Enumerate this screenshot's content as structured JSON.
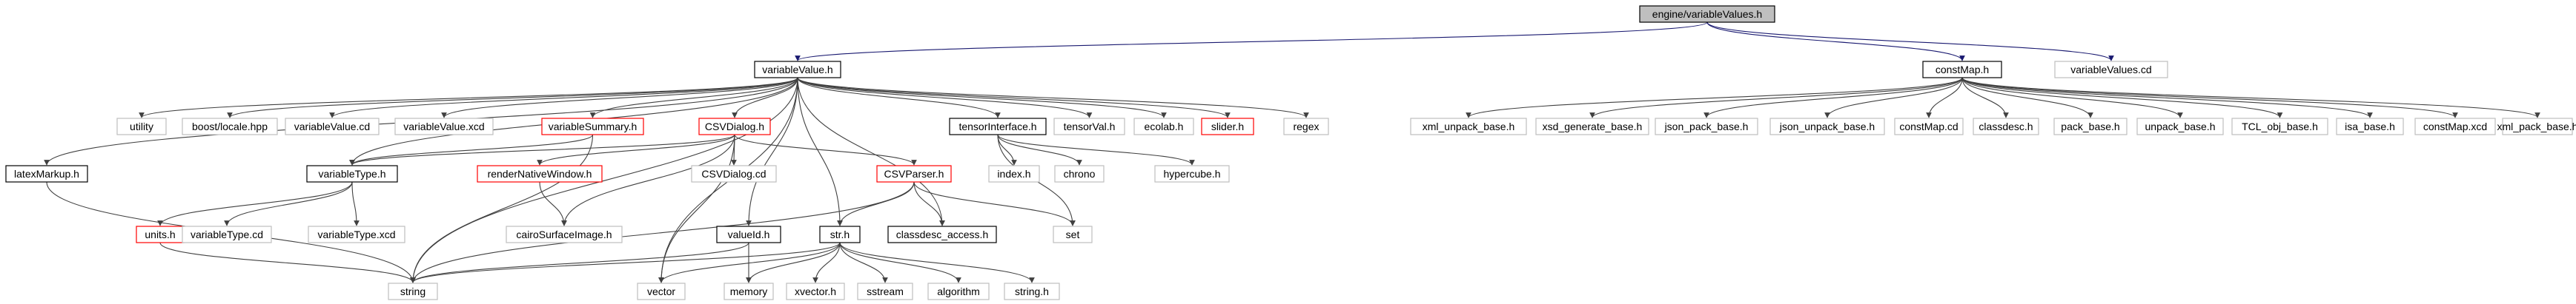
{
  "graph": {
    "nodes": [
      {
        "id": "root",
        "label": "engine/variableValues.h",
        "style": "root"
      },
      {
        "id": "variableValue_h",
        "label": "variableValue.h",
        "style": "dark"
      },
      {
        "id": "variableValues_cd",
        "label": "variableValues.cd",
        "style": "plain"
      },
      {
        "id": "constMap_h",
        "label": "constMap.h",
        "style": "dark"
      },
      {
        "id": "utility",
        "label": "utility",
        "style": "plain"
      },
      {
        "id": "boost_locale",
        "label": "boost/locale.hpp",
        "style": "plain"
      },
      {
        "id": "variableValue_cd",
        "label": "variableValue.cd",
        "style": "plain"
      },
      {
        "id": "variableValue_xcd",
        "label": "variableValue.xcd",
        "style": "plain"
      },
      {
        "id": "variableSummary_h",
        "label": "variableSummary.h",
        "style": "red"
      },
      {
        "id": "CSVDialog_h",
        "label": "CSVDialog.h",
        "style": "red"
      },
      {
        "id": "tensorInterface_h",
        "label": "tensorInterface.h",
        "style": "dark"
      },
      {
        "id": "tensorVal_h",
        "label": "tensorVal.h",
        "style": "plain"
      },
      {
        "id": "ecolab_h",
        "label": "ecolab.h",
        "style": "plain"
      },
      {
        "id": "slider_h",
        "label": "slider.h",
        "style": "red"
      },
      {
        "id": "regex",
        "label": "regex",
        "style": "plain"
      },
      {
        "id": "latexMarkup_h",
        "label": "latexMarkup.h",
        "style": "dark"
      },
      {
        "id": "variableType_h",
        "label": "variableType.h",
        "style": "dark"
      },
      {
        "id": "renderNativeWindow_h",
        "label": "renderNativeWindow.h",
        "style": "red"
      },
      {
        "id": "CSVDialog_cd",
        "label": "CSVDialog.cd",
        "style": "plain"
      },
      {
        "id": "CSVParser_h",
        "label": "CSVParser.h",
        "style": "red"
      },
      {
        "id": "index_h",
        "label": "index.h",
        "style": "plain"
      },
      {
        "id": "chrono",
        "label": "chrono",
        "style": "plain"
      },
      {
        "id": "hypercube_h",
        "label": "hypercube.h",
        "style": "plain"
      },
      {
        "id": "units_h",
        "label": "units.h",
        "style": "red"
      },
      {
        "id": "variableType_cd",
        "label": "variableType.cd",
        "style": "plain"
      },
      {
        "id": "variableType_xcd",
        "label": "variableType.xcd",
        "style": "plain"
      },
      {
        "id": "cairoSurfaceImage_h",
        "label": "cairoSurfaceImage.h",
        "style": "plain"
      },
      {
        "id": "valueId_h",
        "label": "valueId.h",
        "style": "dark"
      },
      {
        "id": "str_h",
        "label": "str.h",
        "style": "dark"
      },
      {
        "id": "classdesc_access_h",
        "label": "classdesc_access.h",
        "style": "dark"
      },
      {
        "id": "set",
        "label": "set",
        "style": "plain"
      },
      {
        "id": "string",
        "label": "string",
        "style": "plain"
      },
      {
        "id": "vector",
        "label": "vector",
        "style": "plain"
      },
      {
        "id": "memory",
        "label": "memory",
        "style": "plain"
      },
      {
        "id": "xvector_h",
        "label": "xvector.h",
        "style": "plain"
      },
      {
        "id": "sstream",
        "label": "sstream",
        "style": "plain"
      },
      {
        "id": "algorithm",
        "label": "algorithm",
        "style": "plain"
      },
      {
        "id": "string_h",
        "label": "string.h",
        "style": "plain"
      },
      {
        "id": "xml_unpack_base_h",
        "label": "xml_unpack_base.h",
        "style": "plain"
      },
      {
        "id": "xsd_generate_base_h",
        "label": "xsd_generate_base.h",
        "style": "plain"
      },
      {
        "id": "json_pack_base_h",
        "label": "json_pack_base.h",
        "style": "plain"
      },
      {
        "id": "json_unpack_base_h",
        "label": "json_unpack_base.h",
        "style": "plain"
      },
      {
        "id": "constMap_cd",
        "label": "constMap.cd",
        "style": "plain"
      },
      {
        "id": "classdesc_h",
        "label": "classdesc.h",
        "style": "plain"
      },
      {
        "id": "pack_base_h",
        "label": "pack_base.h",
        "style": "plain"
      },
      {
        "id": "unpack_base_h",
        "label": "unpack_base.h",
        "style": "plain"
      },
      {
        "id": "TCL_obj_base_h",
        "label": "TCL_obj_base.h",
        "style": "plain"
      },
      {
        "id": "isa_base_h",
        "label": "isa_base.h",
        "style": "plain"
      },
      {
        "id": "constMap_xcd",
        "label": "constMap.xcd",
        "style": "plain"
      },
      {
        "id": "xml_pack_base_h",
        "label": "xml_pack_base.h",
        "style": "plain"
      }
    ],
    "edges": [
      [
        "root",
        "variableValue_h"
      ],
      [
        "root",
        "variableValues_cd"
      ],
      [
        "root",
        "constMap_h"
      ],
      [
        "variableValue_h",
        "utility"
      ],
      [
        "variableValue_h",
        "boost_locale"
      ],
      [
        "variableValue_h",
        "variableValue_cd"
      ],
      [
        "variableValue_h",
        "variableValue_xcd"
      ],
      [
        "variableValue_h",
        "variableSummary_h"
      ],
      [
        "variableValue_h",
        "CSVDialog_h"
      ],
      [
        "variableValue_h",
        "tensorInterface_h"
      ],
      [
        "variableValue_h",
        "tensorVal_h"
      ],
      [
        "variableValue_h",
        "ecolab_h"
      ],
      [
        "variableValue_h",
        "slider_h"
      ],
      [
        "variableValue_h",
        "regex"
      ],
      [
        "variableValue_h",
        "latexMarkup_h"
      ],
      [
        "variableValue_h",
        "variableType_h"
      ],
      [
        "variableValue_h",
        "valueId_h"
      ],
      [
        "variableValue_h",
        "str_h"
      ],
      [
        "variableValue_h",
        "classdesc_access_h"
      ],
      [
        "variableValue_h",
        "string"
      ],
      [
        "variableValue_h",
        "vector"
      ],
      [
        "variableSummary_h",
        "variableType_h"
      ],
      [
        "variableSummary_h",
        "string"
      ],
      [
        "CSVDialog_h",
        "variableType_h"
      ],
      [
        "CSVDialog_h",
        "renderNativeWindow_h"
      ],
      [
        "CSVDialog_h",
        "CSVDialog_cd"
      ],
      [
        "CSVDialog_h",
        "CSVParser_h"
      ],
      [
        "CSVDialog_h",
        "cairoSurfaceImage_h"
      ],
      [
        "CSVDialog_h",
        "vector"
      ],
      [
        "tensorInterface_h",
        "index_h"
      ],
      [
        "tensorInterface_h",
        "chrono"
      ],
      [
        "tensorInterface_h",
        "hypercube_h"
      ],
      [
        "tensorInterface_h",
        "set"
      ],
      [
        "latexMarkup_h",
        "string"
      ],
      [
        "variableType_h",
        "units_h"
      ],
      [
        "variableType_h",
        "variableType_cd"
      ],
      [
        "variableType_h",
        "variableType_xcd"
      ],
      [
        "renderNativeWindow_h",
        "cairoSurfaceImage_h"
      ],
      [
        "CSVParser_h",
        "str_h"
      ],
      [
        "CSVParser_h",
        "classdesc_access_h"
      ],
      [
        "CSVParser_h",
        "set"
      ],
      [
        "CSVParser_h",
        "string"
      ],
      [
        "units_h",
        "string"
      ],
      [
        "valueId_h",
        "string"
      ],
      [
        "valueId_h",
        "memory"
      ],
      [
        "str_h",
        "string"
      ],
      [
        "str_h",
        "vector"
      ],
      [
        "str_h",
        "memory"
      ],
      [
        "str_h",
        "xvector_h"
      ],
      [
        "str_h",
        "sstream"
      ],
      [
        "str_h",
        "algorithm"
      ],
      [
        "str_h",
        "string_h"
      ],
      [
        "constMap_h",
        "xml_unpack_base_h"
      ],
      [
        "constMap_h",
        "xsd_generate_base_h"
      ],
      [
        "constMap_h",
        "json_pack_base_h"
      ],
      [
        "constMap_h",
        "json_unpack_base_h"
      ],
      [
        "constMap_h",
        "constMap_cd"
      ],
      [
        "constMap_h",
        "classdesc_h"
      ],
      [
        "constMap_h",
        "pack_base_h"
      ],
      [
        "constMap_h",
        "unpack_base_h"
      ],
      [
        "constMap_h",
        "TCL_obj_base_h"
      ],
      [
        "constMap_h",
        "isa_base_h"
      ],
      [
        "constMap_h",
        "constMap_xcd"
      ],
      [
        "constMap_h",
        "xml_pack_base_h"
      ]
    ]
  },
  "colors": {
    "root_fill": "#bfbfbf",
    "dark_border": "#000000",
    "red_border": "#ff0000",
    "plain_border": "#bfbfbf",
    "edge_root": "#191970",
    "edge_other": "#404040",
    "text": "#000000"
  }
}
